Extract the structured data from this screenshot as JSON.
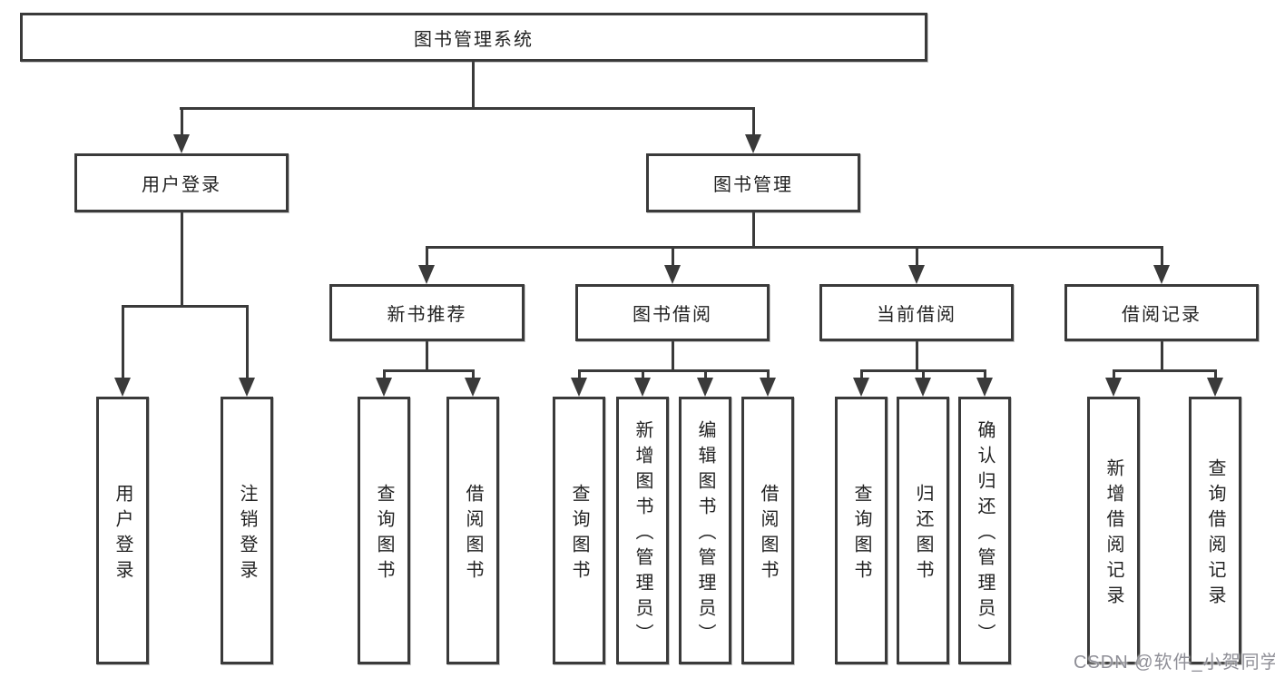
{
  "tree": {
    "root": {
      "label": "图书管理系统"
    },
    "level2": [
      {
        "label": "用户登录"
      },
      {
        "label": "图书管理"
      }
    ],
    "level3": [
      {
        "label": "新书推荐"
      },
      {
        "label": "图书借阅"
      },
      {
        "label": "当前借阅"
      },
      {
        "label": "借阅记录"
      }
    ],
    "leaves": {
      "user_login": [
        "用户登录",
        "注销登录"
      ],
      "new_book": [
        "查询图书",
        "借阅图书"
      ],
      "book_borrow": [
        "查询图书",
        "新增图书（管理员）",
        "编辑图书（管理员）",
        "借阅图书"
      ],
      "current_borrow": [
        "查询图书",
        "归还图书",
        "确认归还（管理员）"
      ],
      "borrow_record": [
        "新增借阅记录",
        "查询借阅记录"
      ]
    }
  },
  "watermark": "CSDN @软件_小贺同学",
  "colors": {
    "line": "#3a3a3a",
    "box_border": "#3a3a3a",
    "text": "#222222",
    "background": "#ffffff",
    "watermark": "#8f8f97"
  }
}
